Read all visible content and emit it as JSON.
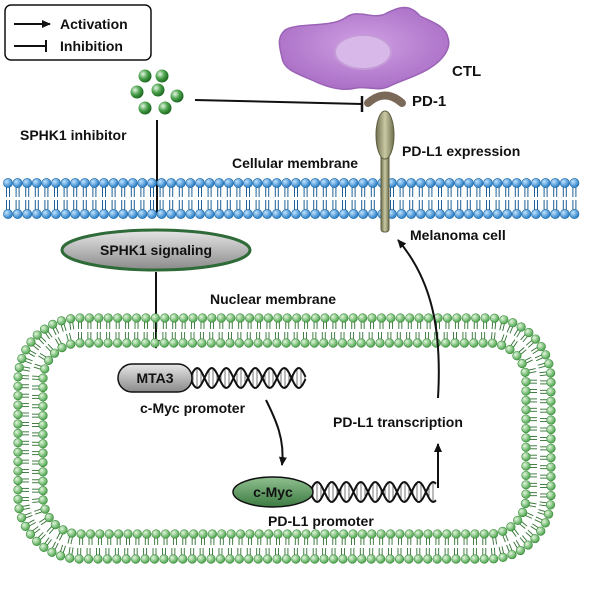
{
  "legend": {
    "activation": "Activation",
    "inhibition": "Inhibition"
  },
  "labels": {
    "ctl": "CTL",
    "pd1": "PD-1",
    "pdl1_expression": "PD-L1 expression",
    "sphk1_inhibitor": "SPHK1 inhibitor",
    "cellular_membrane": "Cellular membrane",
    "melanoma_cell": "Melanoma cell",
    "sphk1_signaling": "SPHK1 signaling",
    "nuclear_membrane": "Nuclear membrane",
    "mta3": "MTA3",
    "cmyc_promoter": "c-Myc promoter",
    "pdl1_transcription": "PD-L1 transcription",
    "cmyc": "c-Myc",
    "pdl1_promoter": "PD-L1 promoter"
  },
  "colors": {
    "membrane_head": "#3a8fd1",
    "nuclear_head": "#6fbf6f",
    "cell_purple": "#b77fd0",
    "oval_green": "#4f8a52",
    "oval_gray": "#9a9a9a",
    "receptor_tan": "#a8a882",
    "pd1_brown": "#7a6858"
  }
}
